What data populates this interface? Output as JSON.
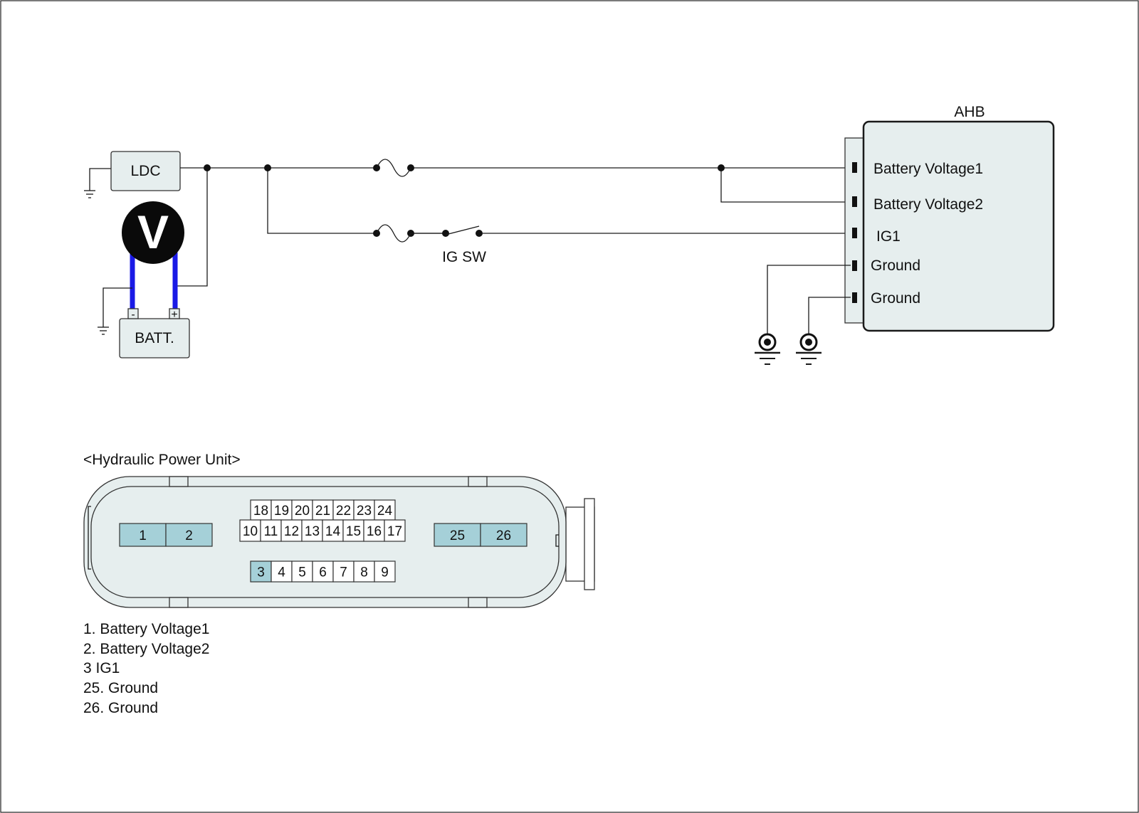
{
  "colors": {
    "box_fill": "#e6eeee",
    "pin_highlight": "#a5d0d8",
    "meter_lead": "#1a1ae6",
    "wire": "#1a1a1a"
  },
  "components": {
    "ldc": "LDC",
    "battery": "BATT.",
    "voltmeter": "V",
    "battery_minus": "-",
    "battery_plus": "+",
    "ig_switch": "IG SW",
    "ahb": "AHB"
  },
  "ahb_pins": [
    "Battery Voltage1",
    "Battery Voltage2",
    "IG1",
    "Ground",
    "Ground"
  ],
  "connector": {
    "title": "<Hydraulic Power Unit>",
    "left_pins": [
      "1",
      "2"
    ],
    "top_row": [
      "18",
      "19",
      "20",
      "21",
      "22",
      "23",
      "24"
    ],
    "middle_row": [
      "10",
      "11",
      "12",
      "13",
      "14",
      "15",
      "16",
      "17"
    ],
    "bottom_row": [
      "3",
      "4",
      "5",
      "6",
      "7",
      "8",
      "9"
    ],
    "right_pins": [
      "25",
      "26"
    ]
  },
  "legend": [
    "1. Battery Voltage1",
    "2. Battery Voltage2",
    "3  IG1",
    "25. Ground",
    "26. Ground"
  ]
}
